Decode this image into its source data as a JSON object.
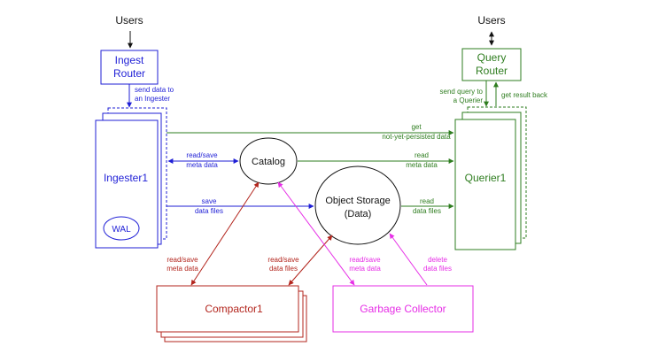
{
  "colors": {
    "ingest": "#1f1fd6",
    "query": "#2e7d1f",
    "compactor": "#b3261e",
    "gc": "#e62ee6",
    "ink": "#111111"
  },
  "nodes": {
    "users_left": "Users",
    "users_right": "Users",
    "ingest_router": [
      "Ingest",
      "Router"
    ],
    "query_router": [
      "Query",
      "Router"
    ],
    "ingester": "Ingester1",
    "wal": "WAL",
    "catalog": "Catalog",
    "object_storage": [
      "Object Storage",
      "(Data)"
    ],
    "querier": "Querier1",
    "compactor": "Compactor1",
    "garbage_collector": "Garbage Collector"
  },
  "edges": {
    "send_data_to_ingester": [
      "send data to",
      "an Ingester"
    ],
    "send_query_to_querier": [
      "send query to",
      "a Querier"
    ],
    "get_result_back": "get result back",
    "get_not_persisted": [
      "get",
      "not-yet-persisted data"
    ],
    "ingester_read_save_meta": [
      "read/save",
      "meta data"
    ],
    "querier_read_meta": [
      "read",
      "meta data"
    ],
    "ingester_save_files": [
      "save",
      "data files"
    ],
    "querier_read_files": [
      "read",
      "data files"
    ],
    "compactor_read_save_meta": [
      "read/save",
      "meta data"
    ],
    "compactor_read_save_files": [
      "read/save",
      "data files"
    ],
    "gc_read_save_meta": [
      "read/save",
      "meta data"
    ],
    "gc_delete_files": [
      "delete",
      "data files"
    ]
  }
}
